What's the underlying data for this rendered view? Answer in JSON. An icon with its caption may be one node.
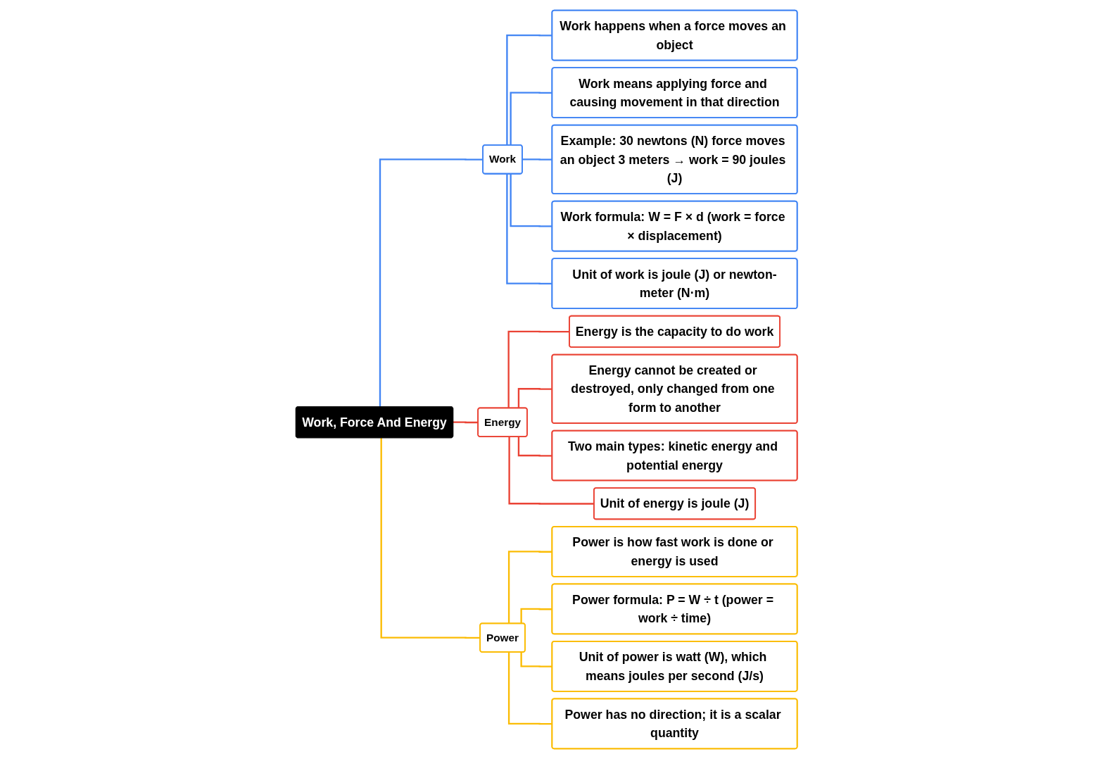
{
  "diagram": {
    "nodes": [
      {
        "text": [
          "Work, Force And Energy"
        ]
      },
      {
        "text": [
          "Work"
        ]
      },
      {
        "text": [
          "Work happens when a force moves an object"
        ]
      },
      {
        "text": [
          "Work means applying force and causing movement in that direction"
        ]
      },
      {
        "text": [
          "Example: 30 newtons (N) force moves an object 3 meters → work = 90 joules (J)"
        ]
      },
      {
        "text": [
          "Work formula: W = F × d (work = force × displacement)"
        ]
      },
      {
        "text": [
          "Unit of work is joule (J) or newton-meter (N·m)"
        ]
      },
      {
        "text": [
          "Energy"
        ]
      },
      {
        "text": [
          "Energy is the capacity to do work"
        ]
      },
      {
        "text": [
          "Energy cannot be created or destroyed, only changed from one form to another"
        ]
      },
      {
        "text": [
          "Two main types: kinetic energy and potential energy"
        ]
      },
      {
        "text": [
          "Unit of energy is joule (J)"
        ]
      },
      {
        "text": [
          "Power"
        ]
      },
      {
        "text": [
          "Power is how fast work is done or energy is used"
        ]
      },
      {
        "text": [
          "Power formula: P = W ÷ t (power = work ÷ time)"
        ]
      },
      {
        "text": [
          "Unit of power is watt (W), which means joules per second (J/s)"
        ]
      },
      {
        "text": [
          "Power has no direction; it is a scalar quantity"
        ]
      }
    ],
    "edges": [
      {
        "from": 0,
        "to": 1,
        "arrow": "none",
        "color": "#4285f4"
      },
      {
        "from": 0,
        "to": 7,
        "arrow": "none",
        "color": "#ea4335"
      },
      {
        "from": 0,
        "to": 12,
        "arrow": "none",
        "color": "#fbbc04"
      },
      {
        "from": 1,
        "to": 2,
        "arrow": "none",
        "color": "#4285f4"
      },
      {
        "from": 1,
        "to": 3,
        "arrow": "none",
        "color": "#4285f4"
      },
      {
        "from": 1,
        "to": 4,
        "arrow": "none",
        "color": "#4285f4"
      },
      {
        "from": 1,
        "to": 5,
        "arrow": "none",
        "color": "#4285f4"
      },
      {
        "from": 1,
        "to": 6,
        "arrow": "none",
        "color": "#4285f4"
      },
      {
        "from": 7,
        "to": 8,
        "arrow": "none",
        "color": "#ea4335"
      },
      {
        "from": 7,
        "to": 9,
        "arrow": "none",
        "color": "#ea4335"
      },
      {
        "from": 7,
        "to": 10,
        "arrow": "none",
        "color": "#ea4335"
      },
      {
        "from": 7,
        "to": 11,
        "arrow": "none",
        "color": "#ea4335"
      },
      {
        "from": 12,
        "to": 13,
        "arrow": "none",
        "color": "#fbbc04"
      },
      {
        "from": 12,
        "to": 14,
        "arrow": "none",
        "color": "#fbbc04"
      },
      {
        "from": 12,
        "to": 15,
        "arrow": "none",
        "color": "#fbbc04"
      },
      {
        "from": 12,
        "to": 16,
        "arrow": "none",
        "color": "#fbbc04"
      }
    ]
  }
}
